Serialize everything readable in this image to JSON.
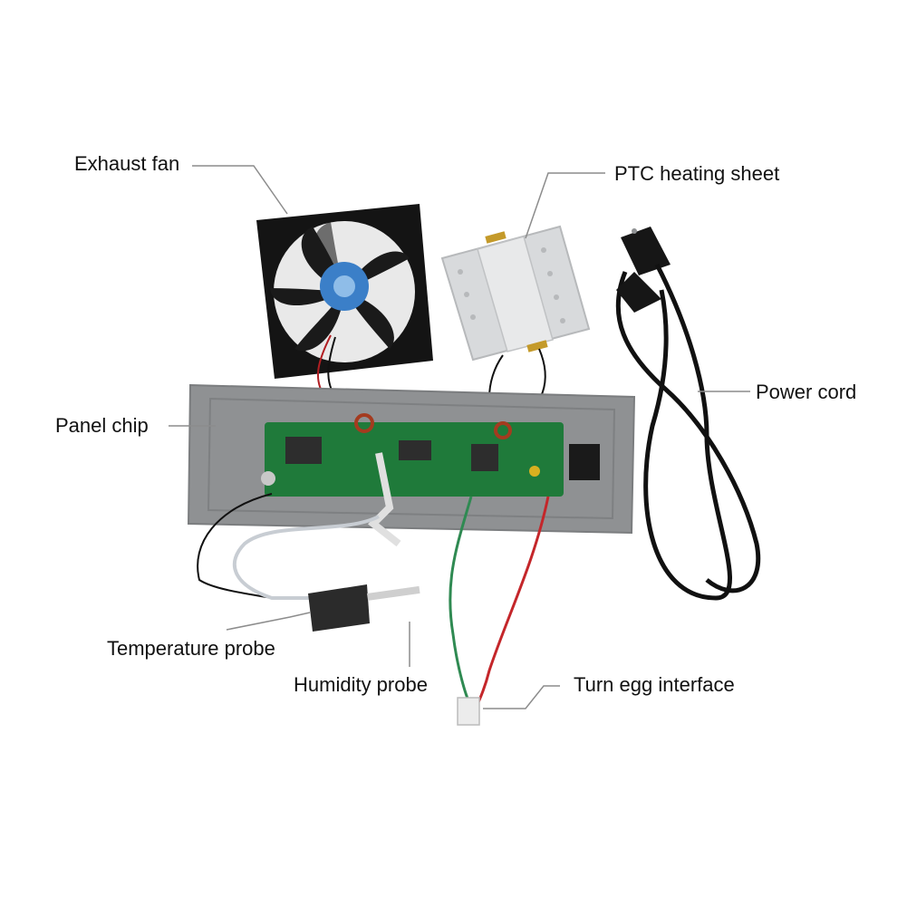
{
  "labels": {
    "exhaust_fan": "Exhaust fan",
    "ptc_heating_sheet": "PTC heating sheet",
    "power_cord": "Power cord",
    "panel_chip": "Panel chip",
    "temperature_probe": "Temperature probe",
    "humidity_probe": "Humidity probe",
    "turn_egg_interface": "Turn egg interface"
  },
  "colors": {
    "background": "#ffffff",
    "leader_line": "#8c8c8c",
    "panel_gray": "#8f9193",
    "pcb_green": "#1f7a3a",
    "fan_black": "#141414",
    "heater_silver": "#d8dadc",
    "cable_black": "#111111",
    "wire_red": "#c4262a",
    "wire_green": "#2f8a52"
  },
  "icons": [
    "exhaust-fan-icon",
    "ptc-heating-sheet-icon",
    "power-cord-icon",
    "control-panel-icon",
    "temperature-probe-icon",
    "humidity-probe-icon",
    "turn-egg-connector-icon"
  ]
}
